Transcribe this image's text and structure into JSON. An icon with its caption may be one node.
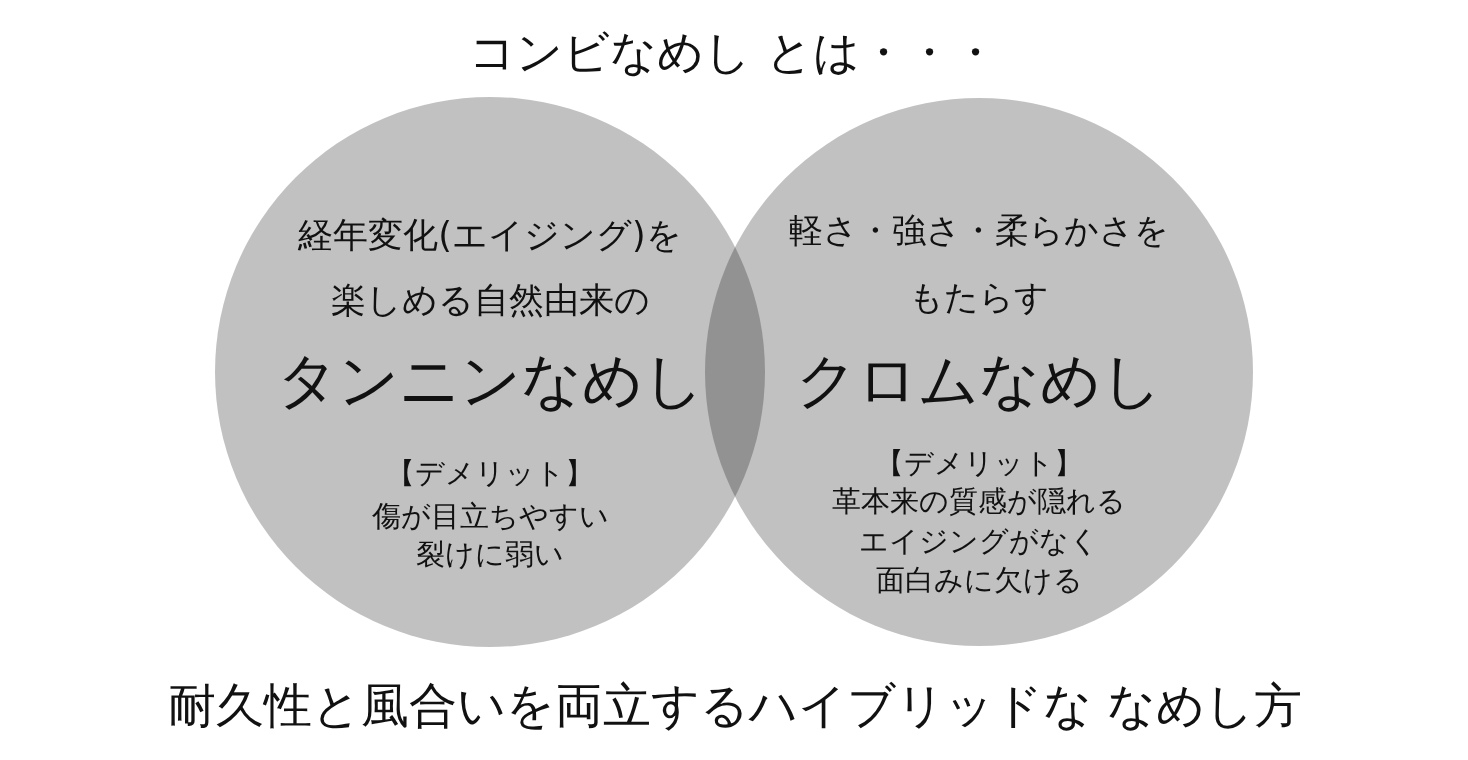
{
  "diagram": {
    "title": "コンビなめし とは・・・",
    "nodes": [
      {
        "text": [
          "経年変化(エイジング)を楽しめる自然由来の",
          "タンニンなめし",
          "【デメリット】",
          "傷が目立ちやすい",
          "裂けに弱い"
        ]
      },
      {
        "text": [
          "軽さ・強さ・柔らかさをもたらす",
          "クロムなめし",
          "【デメリット】",
          "革本来の質感が隠れる",
          "エイジングがなく面白みに欠ける"
        ]
      }
    ],
    "caption": "耐久性と風合いを両立するハイブリッドな なめし方"
  }
}
